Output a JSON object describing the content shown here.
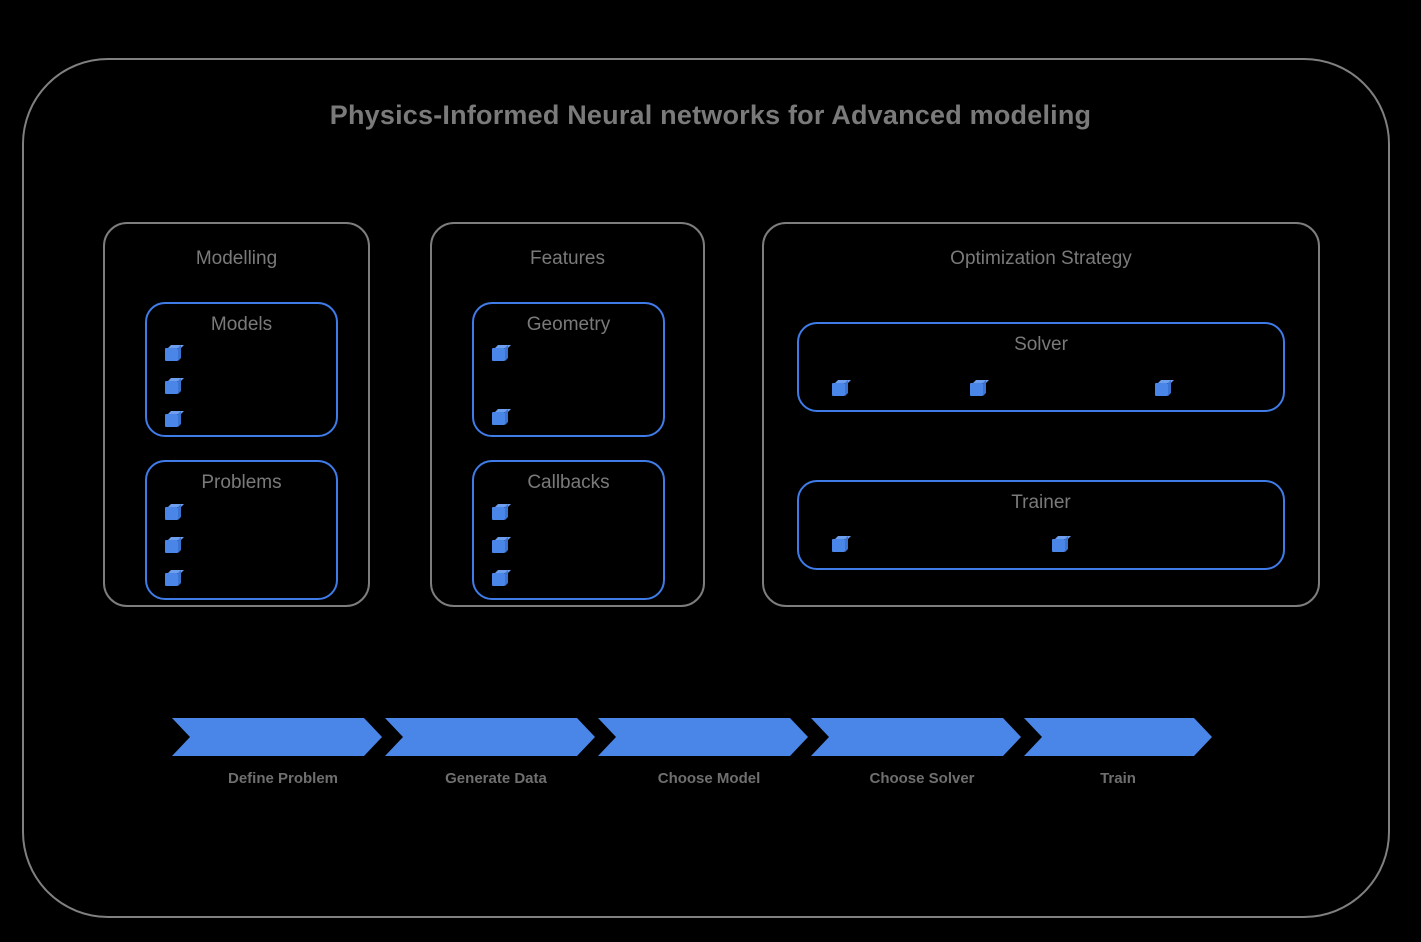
{
  "diagram": {
    "title": "Physics-Informed Neural networks for Advanced modeling",
    "colors": {
      "background": "#000000",
      "outer_border": "#808080",
      "group_border": "#7d7d7d",
      "sub_border": "#3f7ce8",
      "accent_blue": "#4a86e8",
      "text_gray": "#7a7a7a"
    }
  },
  "groups": [
    {
      "name": "modelling",
      "title": "Modelling",
      "boxes": [
        {
          "name": "models",
          "title": "Models",
          "bullet_count": 3,
          "bullet_layout": "vertical"
        },
        {
          "name": "problems",
          "title": "Problems",
          "bullet_count": 3,
          "bullet_layout": "vertical"
        }
      ]
    },
    {
      "name": "features",
      "title": "Features",
      "boxes": [
        {
          "name": "geometry",
          "title": "Geometry",
          "bullet_count": 2,
          "bullet_layout": "vertical"
        },
        {
          "name": "callbacks",
          "title": "Callbacks",
          "bullet_count": 3,
          "bullet_layout": "vertical"
        }
      ]
    },
    {
      "name": "optimization",
      "title": "Optimization Strategy",
      "boxes": [
        {
          "name": "solver",
          "title": "Solver",
          "bullet_count": 3,
          "bullet_layout": "horizontal"
        },
        {
          "name": "trainer",
          "title": "Trainer",
          "bullet_count": 2,
          "bullet_layout": "horizontal"
        }
      ]
    }
  ],
  "pipeline": {
    "steps": [
      {
        "label": "Define Problem"
      },
      {
        "label": "Generate Data"
      },
      {
        "label": "Choose Model"
      },
      {
        "label": "Choose Solver"
      },
      {
        "label": "Train"
      }
    ]
  }
}
